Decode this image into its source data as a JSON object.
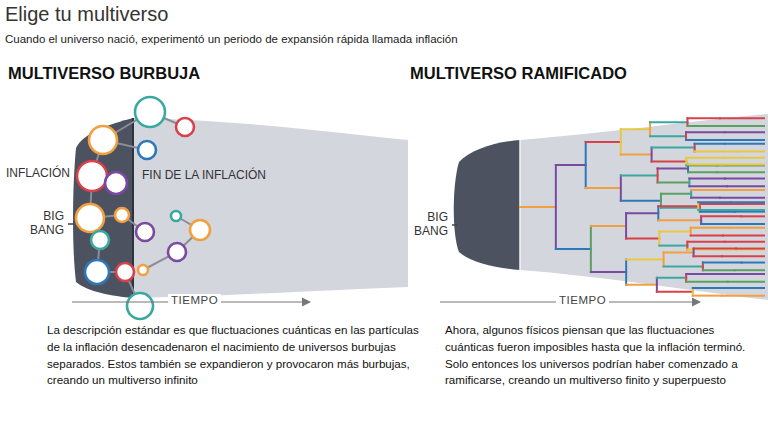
{
  "diagram": {
    "title": "Elige tu multiverso",
    "caption": "Cuando el universo nació, experimentó un periodo de expansión rápida llamada inflación",
    "labels": [
      "MULTIVERSO BURBUJA",
      "INFLACIÓN",
      "FIN DE LA INFLACIÓN",
      "BIG BANG",
      "TIEMPO",
      "La descripción estándar es que fluctuaciones cuánticas en las partículas de la inflación desencadenaron el nacimiento de universos burbujas separados. Estos también se expandieron y provocaron más burbujas, creando un multiverso infinito",
      "MULTIVERSO RAMIFICADO",
      "BIG BANG",
      "TIEMPO",
      "Ahora, algunos físicos piensan que las fluctuaciones cuánticas fueron imposibles hasta que la inflación terminó. Solo entonces los universos podrían haber comenzado a ramificarse, creando un multiverso finito y superpuesto"
    ]
  }
}
